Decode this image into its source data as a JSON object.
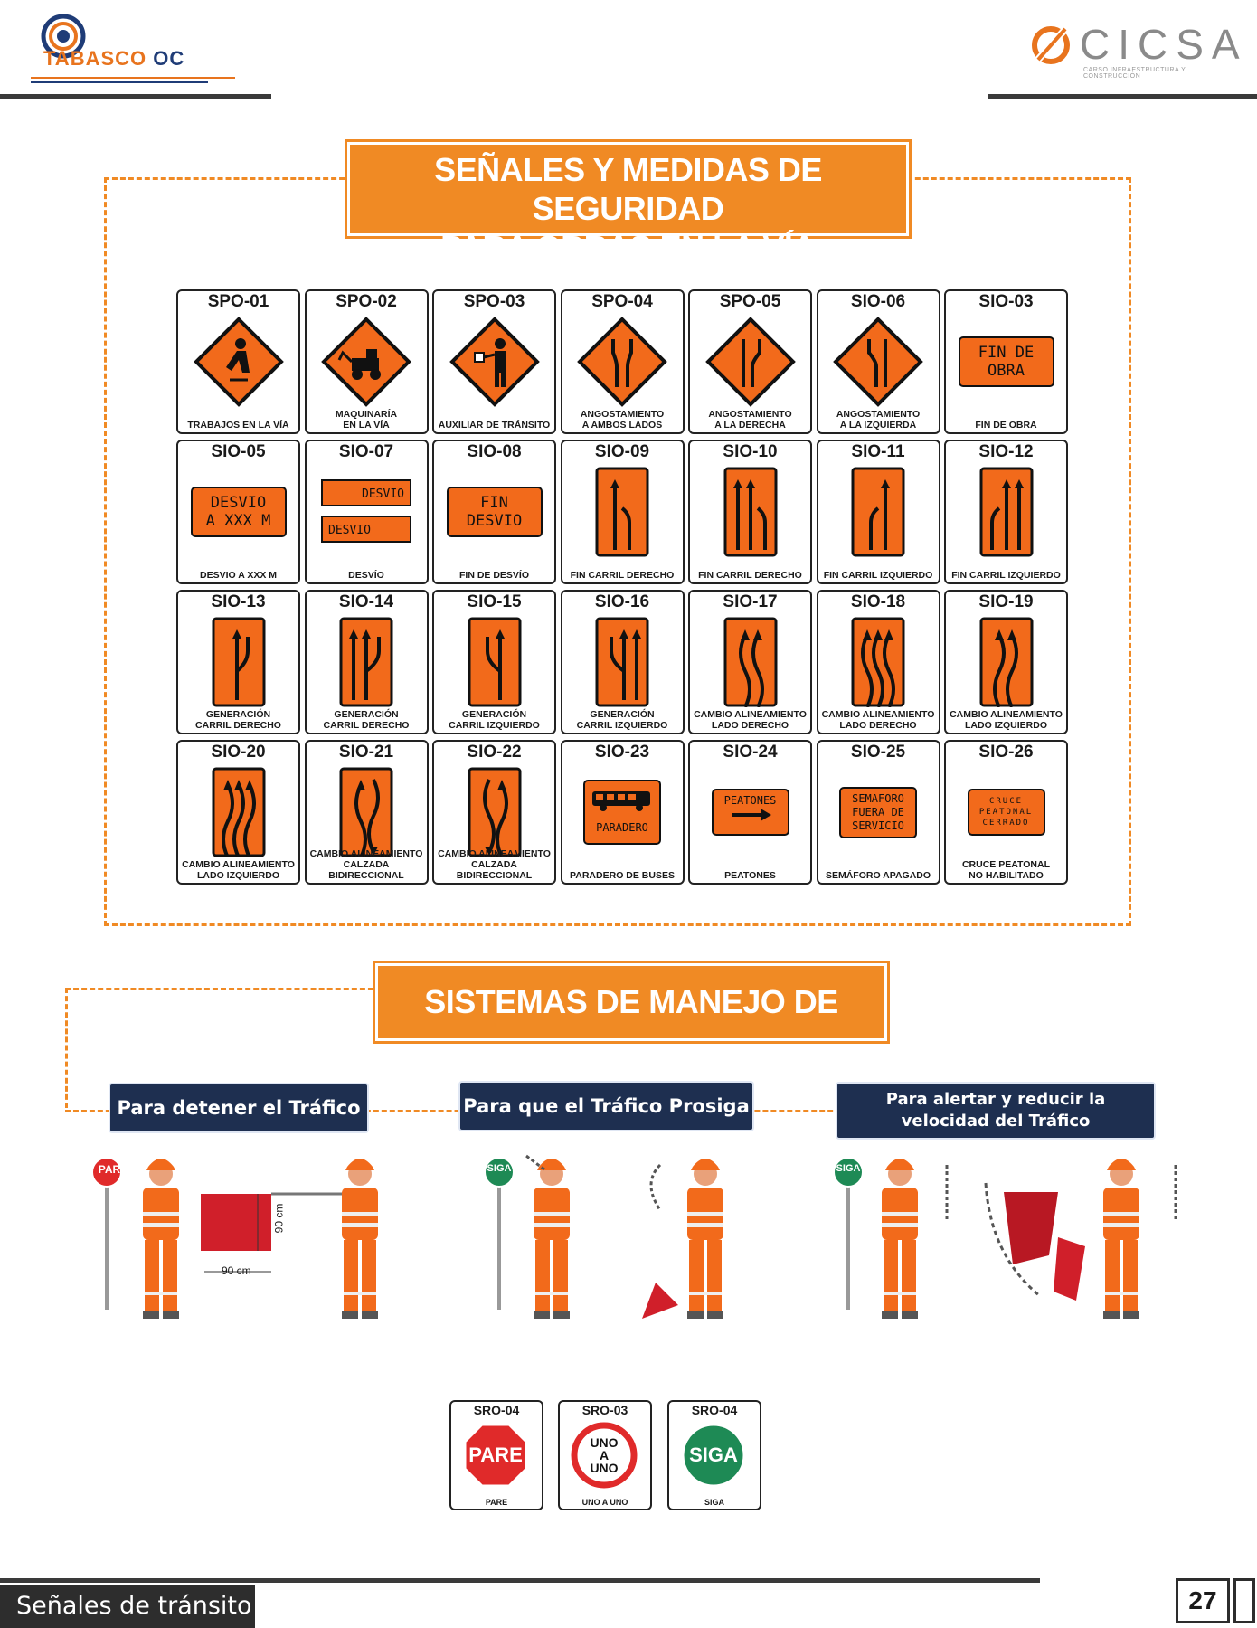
{
  "header": {
    "left_logo": {
      "brand": "TABASCO",
      "brand_suffix": "OC"
    },
    "right_logo": {
      "brand": "CICSA",
      "subtitle": "CARSO INFRAESTRUCTURA Y CONSTRUCCIÓN"
    }
  },
  "section1": {
    "title_line1": "SEÑALES Y MEDIDAS DE SEGURIDAD",
    "title_line2": "PARA OBRAS EN LA VÍA",
    "signs": [
      {
        "code": "SPO-01",
        "label": "TRABAJOS EN LA VÍA",
        "art": "diamond-worker-icon"
      },
      {
        "code": "SPO-02",
        "label": "MAQUINARÍA\nEN LA VÍA",
        "art": "diamond-machinery-icon"
      },
      {
        "code": "SPO-03",
        "label": "AUXILIAR DE TRÁNSITO",
        "art": "diamond-flagger-icon"
      },
      {
        "code": "SPO-04",
        "label": "ANGOSTAMIENTO\nA AMBOS LADOS",
        "art": "diamond-narrow-both-icon"
      },
      {
        "code": "SPO-05",
        "label": "ANGOSTAMIENTO\nA LA DERECHA",
        "art": "diamond-narrow-right-icon"
      },
      {
        "code": "SIO-06",
        "label": "ANGOSTAMIENTO\nA LA IZQUIERDA",
        "art": "diamond-narrow-left-icon"
      },
      {
        "code": "SIO-03",
        "label": "FIN DE OBRA",
        "art": "text",
        "sign_text": "FIN DE\nOBRA"
      },
      {
        "code": "SIO-05",
        "label": "DESVIO A XXX M",
        "art": "text",
        "sign_text": "DESVIO\nA XXX M"
      },
      {
        "code": "SIO-07",
        "label": "DESVÍO",
        "art": "detour-arrows",
        "sign_text": "DESVIO"
      },
      {
        "code": "SIO-08",
        "label": "FIN DE DESVÍO",
        "art": "text",
        "sign_text": "FIN\nDESVIO"
      },
      {
        "code": "SIO-09",
        "label": "FIN CARRIL DERECHO",
        "art": "lanes-merge-right-1"
      },
      {
        "code": "SIO-10",
        "label": "FIN CARRIL DERECHO",
        "art": "lanes-merge-right-2"
      },
      {
        "code": "SIO-11",
        "label": "FIN CARRIL IZQUIERDO",
        "art": "lanes-merge-left-1"
      },
      {
        "code": "SIO-12",
        "label": "FIN CARRIL IZQUIERDO",
        "art": "lanes-merge-left-2"
      },
      {
        "code": "SIO-13",
        "label": "GENERACIÓN\nCARRIL DERECHO",
        "art": "lanes-gen-1"
      },
      {
        "code": "SIO-14",
        "label": "GENERACIÓN\nCARRIL DERECHO",
        "art": "lanes-gen-2"
      },
      {
        "code": "SIO-15",
        "label": "GENERACIÓN\nCARRIL IZQUIERDO",
        "art": "lanes-gen-left-1"
      },
      {
        "code": "SIO-16",
        "label": "GENERACIÓN\nCARRIL IZQUIERDO",
        "art": "lanes-gen-left-2"
      },
      {
        "code": "SIO-17",
        "label": "CAMBIO ALINEAMIENTO\nLADO DERECHO",
        "art": "curves-2"
      },
      {
        "code": "SIO-18",
        "label": "CAMBIO ALINEAMIENTO\nLADO DERECHO",
        "art": "curves-3"
      },
      {
        "code": "SIO-19",
        "label": "CAMBIO ALINEAMIENTO\nLADO IZQUIERDO",
        "art": "curves-2-left"
      },
      {
        "code": "SIO-20",
        "label": "CAMBIO ALINEAMIENTO\nLADO IZQUIERDO",
        "art": "curves-3-left"
      },
      {
        "code": "SIO-21",
        "label": "CAMBIO ALINEAMIENTO\nCALZADA BIDIRECCIONAL",
        "art": "curves-bidir"
      },
      {
        "code": "SIO-22",
        "label": "CAMBIO ALINEAMIENTO\nCALZADA BIDIRECCIONAL",
        "art": "curves-bidir-left"
      },
      {
        "code": "SIO-23",
        "label": "PARADERO DE BUSES",
        "art": "bus",
        "sign_text": "PARADERO"
      },
      {
        "code": "SIO-24",
        "label": "PEATONES",
        "art": "peatones",
        "sign_text": "PEATONES"
      },
      {
        "code": "SIO-25",
        "label": "SEMÁFORO APAGADO",
        "art": "text-small",
        "sign_text": "SEMAFORO\nFUERA DE\nSERVICIO"
      },
      {
        "code": "SIO-26",
        "label": "CRUCE PEATONAL\nNO HABILITADO",
        "art": "text-tiny",
        "sign_text": "CRUCE\nPEATONAL\nCERRADO"
      }
    ]
  },
  "section2": {
    "title": "SISTEMAS DE MANEJO DE TRÁNSITO",
    "panels": [
      {
        "label": "Para detener el Tráfico"
      },
      {
        "label": "Para que el Tráfico Prosiga"
      },
      {
        "label": "Para alertar y reducir la\nvelocidad del Tráfico"
      }
    ],
    "flag_height": "90 cm",
    "flag_width": "90 cm",
    "paddle_pare": "PARE",
    "paddle_siga": "SIGA",
    "round_signs": [
      {
        "code": "SRO-04",
        "label": "PARE",
        "text": "PARE",
        "color": "#e02a2a"
      },
      {
        "code": "SRO-03",
        "label": "UNO A UNO",
        "text": "UNO\nA\nUNO",
        "color": "#e02a2a"
      },
      {
        "code": "SRO-04",
        "label": "SIGA",
        "text": "SIGA",
        "color": "#1e8a55"
      }
    ]
  },
  "footer": {
    "section_name": "Señales de tránsito",
    "page_number": "27"
  },
  "colors": {
    "accent_orange": "#f08a24",
    "sign_orange": "#f26a1b",
    "navy": "#1e2f50"
  }
}
